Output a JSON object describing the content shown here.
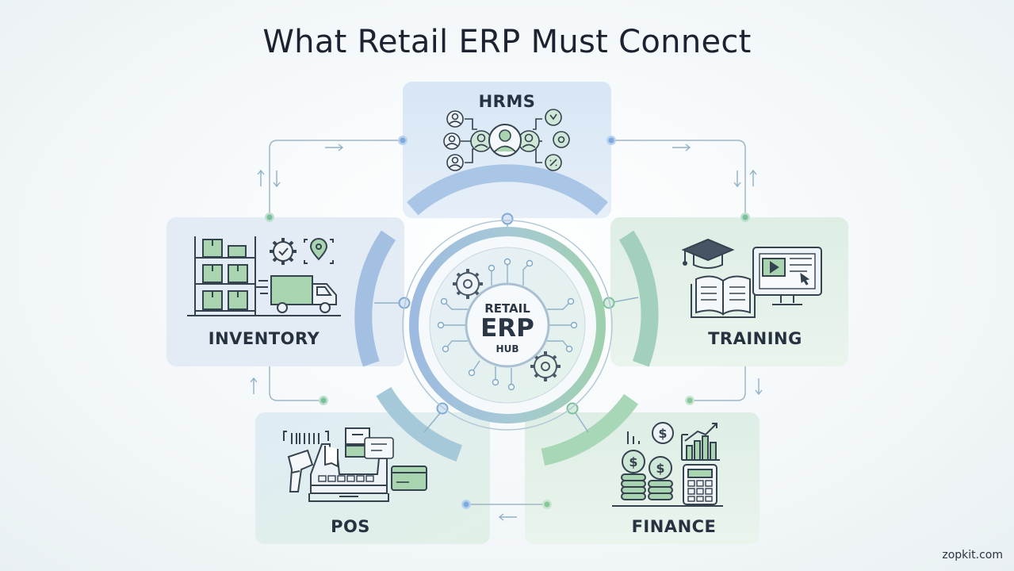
{
  "title": "What Retail ERP Must Connect",
  "hub": {
    "line1": "RETAIL",
    "line2": "ERP",
    "line3": "HUB"
  },
  "modules": {
    "hrms": "HRMS",
    "training": "TRAINING",
    "finance": "FINANCE",
    "pos": "POS",
    "inventory": "INVENTORY"
  },
  "footer": "zopkit.com",
  "colors": {
    "blue_panel": "#dde9f5",
    "green_panel": "#e0efe6",
    "ring_blue": "#9dbbe0",
    "ring_green": "#a9d3b6",
    "icon_stroke": "#35424f",
    "icon_green": "#a8d5b0"
  }
}
